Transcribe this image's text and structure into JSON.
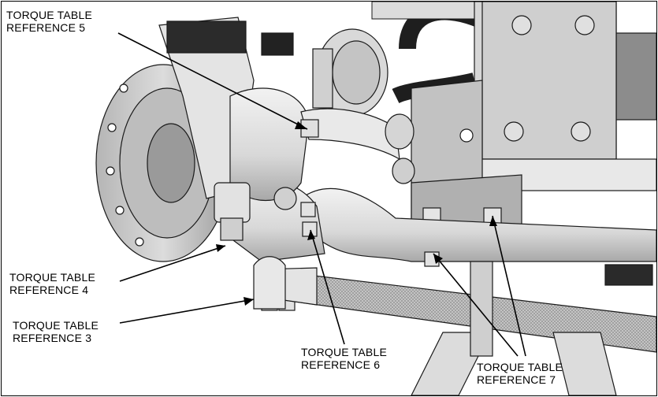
{
  "callouts": [
    {
      "id": "ref5",
      "line1": "TORQUE TABLE",
      "line2": "REFERENCE 5"
    },
    {
      "id": "ref4",
      "line1": "TORQUE TABLE",
      "line2": "REFERENCE 4"
    },
    {
      "id": "ref3",
      "line1": "TORQUE TABLE",
      "line2": "REFERENCE 3"
    },
    {
      "id": "ref6",
      "line1": "TORQUE TABLE",
      "line2": "REFERENCE 6"
    },
    {
      "id": "ref7",
      "line1": "TORQUE TABLE",
      "line2": "REFERENCE 7"
    }
  ],
  "colors": {
    "background": "#ffffff",
    "outline": "#1a1a1a",
    "metal_light": "#e6e6e6",
    "metal_mid": "#c8c8c8",
    "metal_dark": "#9a9a9a",
    "hose": "#1e1e1e"
  }
}
